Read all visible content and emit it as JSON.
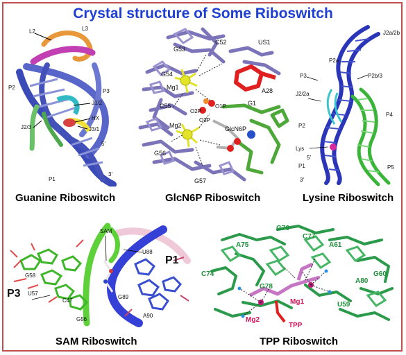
{
  "title": "Crystal structure of Some Riboswitch",
  "panels": {
    "guanine": {
      "caption": "Guanine Riboswitch",
      "labels": {
        "l2": "L2",
        "l3": "L3",
        "p2": "P2",
        "p3": "P3",
        "j12": "J1/2",
        "hx": "HX",
        "j31": "J3/1",
        "j23": "J2/3",
        "five": "5'",
        "three": "3'",
        "p1": "P1"
      }
    },
    "glcn6p": {
      "caption": "GlcN6P Riboswitch",
      "labels": {
        "g53": "G53",
        "c52": "C52",
        "us1": "US1",
        "g54": "G54",
        "mg1": "Mg1",
        "a28": "A28",
        "c55": "C55",
        "o2p": "O2P",
        "o1p": "O1P",
        "g1": "G1",
        "mg2": "Mg2",
        "o3p": "O3P",
        "glcn6p": "GlcN6P",
        "g56": "G56",
        "g57": "G57"
      }
    },
    "lysine": {
      "caption": "Lysine Riboswitch",
      "labels": {
        "j2a2b": "J2a/2b",
        "p2a": "P2a",
        "p3": "P3",
        "p2b3": "P2b/3",
        "j22a": "J2/2a",
        "p4": "P4",
        "p2": "P2",
        "lys": "Lys",
        "five": "5'",
        "p1": "P1",
        "p5": "P5",
        "three": "3'"
      }
    },
    "sam": {
      "caption": "SAM Riboswitch",
      "labels": {
        "sam": "SAM",
        "g58": "G58",
        "p3": "P3",
        "u57": "U57",
        "c47": "C47",
        "g56": "G56",
        "u88": "U88",
        "p1": "P1",
        "g89": "G89",
        "a90": "A90"
      }
    },
    "tpp": {
      "caption": "TPP Riboswitch",
      "labels": {
        "g76": "G76",
        "a75": "A75",
        "c77": "C77",
        "a61": "A61",
        "c74": "C74",
        "g78": "G78",
        "a80": "A80",
        "g60": "G60",
        "mg1": "Mg1",
        "u59": "U59",
        "mg2": "Mg2",
        "tpp": "TPP"
      }
    }
  },
  "colors": {
    "title": "#1f3fd1",
    "frame": "#c0504d",
    "rna_blue": "#3a4bb8",
    "rna_purple": "#7b74b8",
    "rna_green": "#36a83a",
    "rna_dark_green": "#1f8f3a",
    "ligand_red": "#e02020",
    "mg_yellow": "#e3e32a",
    "magenta": "#d4145a"
  }
}
